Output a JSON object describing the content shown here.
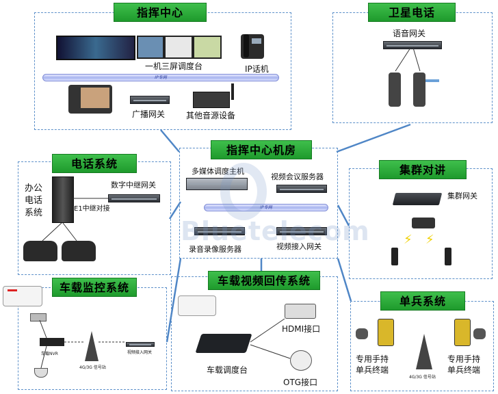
{
  "panels": {
    "command_center": {
      "title": "指挥中心",
      "console_label": "一机三屏调度台",
      "ip_phone_label": "IP话机",
      "ip_net_label": "IP专网",
      "broadcast_label": "广播网关",
      "other_audio_label": "其他音源设备"
    },
    "satellite": {
      "title": "卫星电话",
      "voice_gw_label": "语音网关"
    },
    "machine_room": {
      "title": "指挥中心机房",
      "mcu_label": "多媒体调度主机",
      "conf_label": "视频会议服务器",
      "ip_net_label": "IP专网",
      "rec_label": "录音录像服务器",
      "video_gw_label": "视频接入网关"
    },
    "phone_system": {
      "title": "电话系统",
      "office_label_1": "办公",
      "office_label_2": "电话",
      "office_label_3": "系统",
      "trunk_label": "数字中继网关",
      "e1_label": "E1中继对接"
    },
    "trunking": {
      "title": "集群对讲",
      "gw_label": "集群网关"
    },
    "vehicle_monitor": {
      "title": "车载监控系统",
      "nvr_label": "车载NVR",
      "station_label": "4G/3G 信号站",
      "gw_label": "视频接入网关"
    },
    "vehicle_video": {
      "title": "车载视频回传系统",
      "hdmi_label": "HDMI接口",
      "console_label": "车载调度台",
      "otg_label": "OTG接口"
    },
    "soldier": {
      "title": "单兵系统",
      "terminal_left_1": "专用手持",
      "terminal_left_2": "单兵终端",
      "station_label": "4G/3G 信号站",
      "terminal_right_1": "专用手持",
      "terminal_right_2": "单兵终端"
    }
  },
  "colors": {
    "title_green": "#2eaa3a",
    "panel_border": "#5b8fc9",
    "link_blue": "#4f86c6"
  },
  "watermark": "Bluetelecom"
}
